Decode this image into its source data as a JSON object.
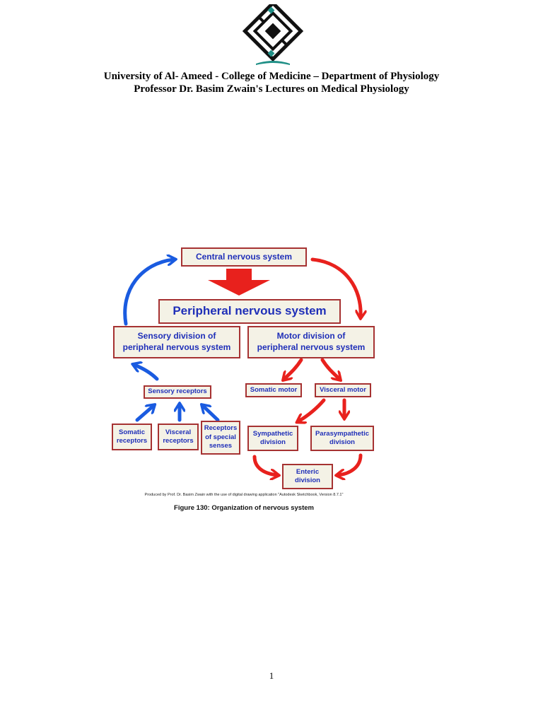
{
  "header": {
    "line1": "University of Al- Ameed - College of Medicine – Department of Physiology",
    "line2": "Professor Dr. Basim Zwain's Lectures on Medical Physiology"
  },
  "logo": {
    "icon": "university-calligraphy-logo",
    "colors": [
      "#111111",
      "#1f8f86"
    ]
  },
  "diagram": {
    "central": "Central nervous system",
    "peripheral": "Peripheral nervous system",
    "sensory_division": [
      "Sensory division of",
      "peripheral nervous system"
    ],
    "motor_division": [
      "Motor division of",
      "peripheral nervous system"
    ],
    "sensory_receptors": "Sensory receptors",
    "somatic_receptors": [
      "Somatic",
      "receptors"
    ],
    "visceral_receptors": [
      "Visceral",
      "receptors"
    ],
    "special_senses": [
      "Receptors",
      "of special",
      "senses"
    ],
    "somatic_motor": "Somatic motor",
    "visceral_motor": "Visceral motor",
    "sympathetic": [
      "Sympathetic",
      "division"
    ],
    "parasympathetic": [
      "Parasympathetic",
      "division"
    ],
    "enteric": [
      "Enteric",
      "division"
    ],
    "colors": {
      "box_fill": "#f4f2e6",
      "box_border": "#a63232",
      "text": "#1f2fb8",
      "afferent_arrow": "#1a5be0",
      "efferent_arrow": "#e8211d"
    }
  },
  "credit": "Produced by Prof. Dr. Basim Zwain with the use of digital drawing application \"Autodesk Sketchbook, Version 8.7.1\"",
  "caption": "Figure 130: Organization of nervous system",
  "page_number": "1"
}
